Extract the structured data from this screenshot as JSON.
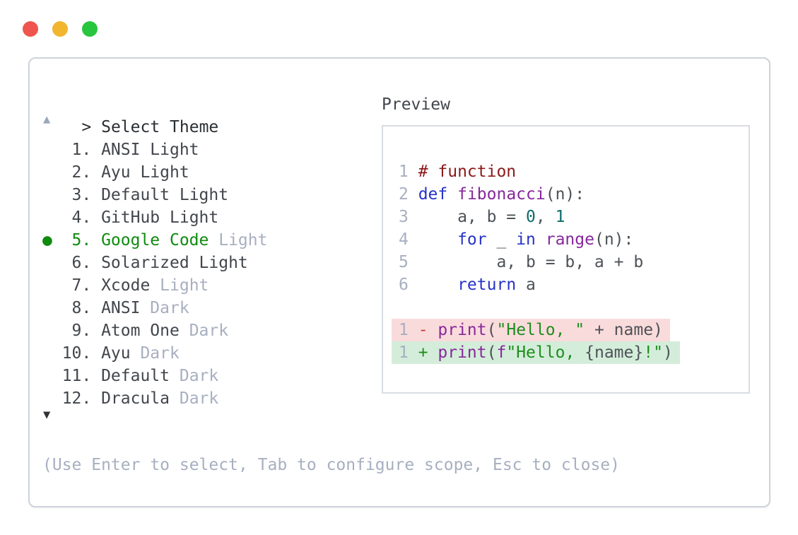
{
  "colors": {
    "accent_green": "#0e8b0e",
    "muted_text": "#a7afc0",
    "dark_text": "#42464c",
    "traffic_red": "#f0544e",
    "traffic_yellow": "#f2b52e",
    "traffic_green": "#28c53f",
    "diff_removed_bg": "#fadbdc",
    "diff_added_bg": "#d4edda"
  },
  "header": {
    "caret": ">",
    "title": "Select Theme",
    "preview_label": "Preview"
  },
  "scroll": {
    "up_icon": "▲",
    "down_icon": "▼",
    "selected_marker": "●"
  },
  "themes": [
    {
      "num": "1.",
      "name": "ANSI",
      "variant": "Light",
      "variant_muted": false,
      "selected": false
    },
    {
      "num": "2.",
      "name": "Ayu",
      "variant": "Light",
      "variant_muted": false,
      "selected": false
    },
    {
      "num": "3.",
      "name": "Default",
      "variant": "Light",
      "variant_muted": false,
      "selected": false
    },
    {
      "num": "4.",
      "name": "GitHub",
      "variant": "Light",
      "variant_muted": false,
      "selected": false
    },
    {
      "num": "5.",
      "name": "Google Code",
      "variant": "Light",
      "variant_muted": true,
      "selected": true
    },
    {
      "num": "6.",
      "name": "Solarized",
      "variant": "Light",
      "variant_muted": false,
      "selected": false
    },
    {
      "num": "7.",
      "name": "Xcode",
      "variant": "Light",
      "variant_muted": true,
      "selected": false
    },
    {
      "num": "8.",
      "name": "ANSI",
      "variant": "Dark",
      "variant_muted": true,
      "selected": false
    },
    {
      "num": "9.",
      "name": "Atom One",
      "variant": "Dark",
      "variant_muted": true,
      "selected": false
    },
    {
      "num": "10.",
      "name": "Ayu",
      "variant": "Dark",
      "variant_muted": true,
      "selected": false
    },
    {
      "num": "11.",
      "name": "Default",
      "variant": "Dark",
      "variant_muted": true,
      "selected": false
    },
    {
      "num": "12.",
      "name": "Dracula",
      "variant": "Dark",
      "variant_muted": true,
      "selected": false
    }
  ],
  "preview": {
    "code_lines": [
      {
        "ln": "1",
        "bg": "",
        "tokens": [
          [
            "com",
            "# function"
          ]
        ]
      },
      {
        "ln": "2",
        "bg": "",
        "tokens": [
          [
            "kw",
            "def"
          ],
          [
            "pl",
            " "
          ],
          [
            "fn",
            "fibonacci"
          ],
          [
            "pl",
            "(n):"
          ]
        ]
      },
      {
        "ln": "3",
        "bg": "",
        "tokens": [
          [
            "pl",
            "    a, b = "
          ],
          [
            "num",
            "0"
          ],
          [
            "pl",
            ", "
          ],
          [
            "num",
            "1"
          ]
        ]
      },
      {
        "ln": "4",
        "bg": "",
        "tokens": [
          [
            "pl",
            "    "
          ],
          [
            "kw",
            "for"
          ],
          [
            "pl",
            " _ "
          ],
          [
            "kw",
            "in"
          ],
          [
            "pl",
            " "
          ],
          [
            "fn",
            "range"
          ],
          [
            "pl",
            "(n):"
          ]
        ]
      },
      {
        "ln": "5",
        "bg": "",
        "tokens": [
          [
            "pl",
            "        a, b = b, a + b"
          ]
        ]
      },
      {
        "ln": "6",
        "bg": "",
        "tokens": [
          [
            "pl",
            "    "
          ],
          [
            "kw",
            "return"
          ],
          [
            "pl",
            " a"
          ]
        ]
      },
      {
        "ln": "",
        "bg": "",
        "tokens": []
      },
      {
        "ln": "1",
        "bg": "removed",
        "tokens": [
          [
            "rem",
            "- "
          ],
          [
            "fn",
            "print"
          ],
          [
            "pl",
            "("
          ],
          [
            "str",
            "\"Hello, \""
          ],
          [
            "pl",
            " + name)"
          ]
        ]
      },
      {
        "ln": "1",
        "bg": "added",
        "tokens": [
          [
            "add",
            "+ "
          ],
          [
            "fn",
            "print"
          ],
          [
            "pl",
            "("
          ],
          [
            "fn",
            "f"
          ],
          [
            "str",
            "\"Hello, "
          ],
          [
            "pl",
            "{name}"
          ],
          [
            "str",
            "!\""
          ],
          [
            "pl",
            ")"
          ]
        ]
      }
    ]
  },
  "footer": {
    "hint": "(Use Enter to select, Tab to configure scope, Esc to close)"
  }
}
